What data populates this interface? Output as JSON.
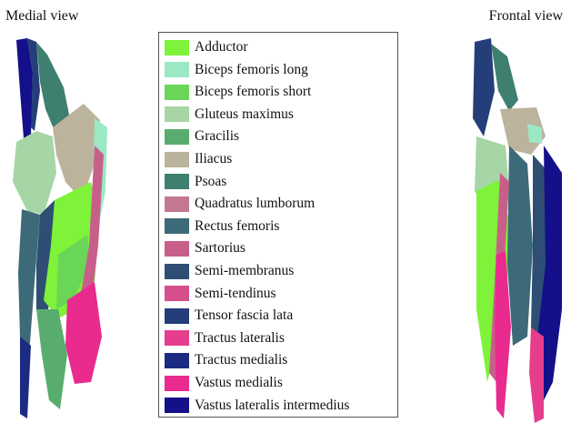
{
  "views": {
    "medial": "Medial view",
    "frontal": "Frontal view"
  },
  "legend": [
    {
      "label": "Adductor",
      "color": "#7ff23a"
    },
    {
      "label": "Biceps femoris long",
      "color": "#9be8c4"
    },
    {
      "label": "Biceps femoris short",
      "color": "#6ad657"
    },
    {
      "label": "Gluteus maximus",
      "color": "#a6d6a6"
    },
    {
      "label": "Gracilis",
      "color": "#58ad6e"
    },
    {
      "label": "Iliacus",
      "color": "#bcb39c"
    },
    {
      "label": "Psoas",
      "color": "#3f7f70"
    },
    {
      "label": "Quadratus lumborum",
      "color": "#c47890"
    },
    {
      "label": "Rectus femoris",
      "color": "#3c6a78"
    },
    {
      "label": "Sartorius",
      "color": "#c85f8a"
    },
    {
      "label": "Semi-membranus",
      "color": "#2e4f73"
    },
    {
      "label": "Semi-tendinus",
      "color": "#d54f8c"
    },
    {
      "label": "Tensor fascia lata",
      "color": "#243e7a"
    },
    {
      "label": "Tractus lateralis",
      "color": "#e63e8d"
    },
    {
      "label": "Tractus medialis",
      "color": "#1c2b82"
    },
    {
      "label": "Vastus medialis",
      "color": "#e92a8e"
    },
    {
      "label": "Vastus lateralis intermedius",
      "color": "#14108a"
    }
  ]
}
